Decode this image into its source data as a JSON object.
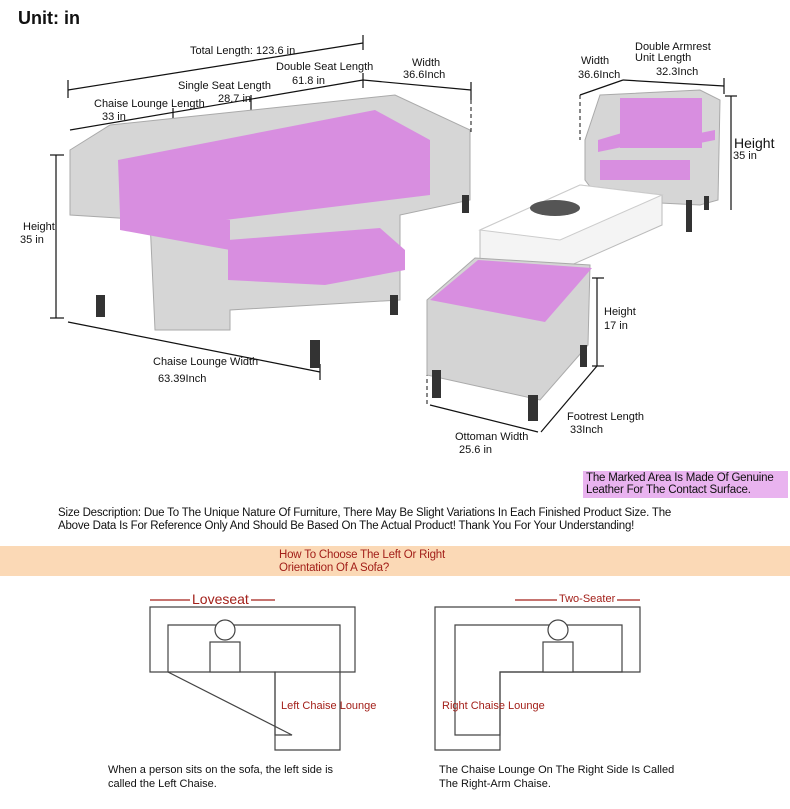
{
  "unit_label": "Unit: in",
  "dimensions": {
    "total_length": "Total Length: 123.6 in",
    "double_seat_label": "Double Seat Length",
    "double_seat_value": "61.8 in",
    "width_label": "Width",
    "width_value": "36.6Inch",
    "single_seat_label": "Single Seat Length",
    "single_seat_value": "28.7 in",
    "chaise_length_label": "Chaise Lounge Length",
    "chaise_length_value": "33 in",
    "height_label": "Height",
    "height_value": "35 in",
    "chaise_width_label": "Chaise Lounge Width",
    "chaise_width_value": "63.39Inch",
    "chair_width_label": "Width",
    "chair_width_value": "36.6Inch",
    "armrest_label": "Double Armrest Unit Length",
    "armrest_value": "32.3Inch",
    "chair_height_label": "Height",
    "chair_height_value": "35 in",
    "ottoman_height_label": "Height",
    "ottoman_height_value": "17 in",
    "footrest_label": "Footrest Length",
    "footrest_value": "33Inch",
    "ottoman_width_label": "Ottoman Width",
    "ottoman_width_value": "25.6 in"
  },
  "leather_note": "The Marked Area Is Made Of Genuine Leather For The Contact Surface.",
  "size_description": [
    "Size Description: Due To The Unique Nature Of Furniture, There May Be Slight Variations In Each Finished Product Size. The",
    "Above Data Is For Reference Only And Should Be Based On The Actual Product! Thank You For Your Understanding!"
  ],
  "banner": [
    "How To Choose The Left Or Right",
    "Orientation Of A Sofa?"
  ],
  "left_diagram": {
    "top_label": "Loveseat",
    "chaise_label": "Left Chaise Lounge",
    "caption": [
      "When a person sits on the sofa, the left side is",
      "called the Left Chaise."
    ]
  },
  "right_diagram": {
    "top_label": "Two-Seater",
    "chaise_label": "Right Chaise Lounge",
    "caption": [
      "The Chaise Lounge On The Right Side Is Called",
      "The Right-Arm Chaise."
    ]
  },
  "colors": {
    "leather": "#d88ee0",
    "frame": "#d4d4d4",
    "banner": "#fbd9b6",
    "accent_red": "#a3201a"
  }
}
